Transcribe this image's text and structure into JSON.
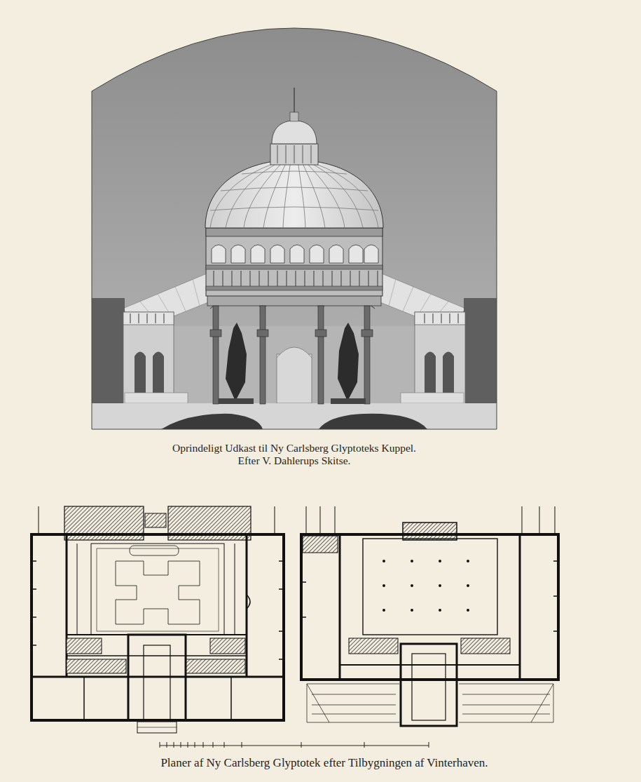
{
  "diagram": {
    "caption": "Planer af Ny Carlsberg Glyptotek efter Tilbygningen af Vinterhaven.",
    "labels": [
      "Oprindeligt Udkast til Ny Carlsberg Glyptoteks Kuppel.",
      "Efter V. Dahlerups Skitse."
    ]
  }
}
